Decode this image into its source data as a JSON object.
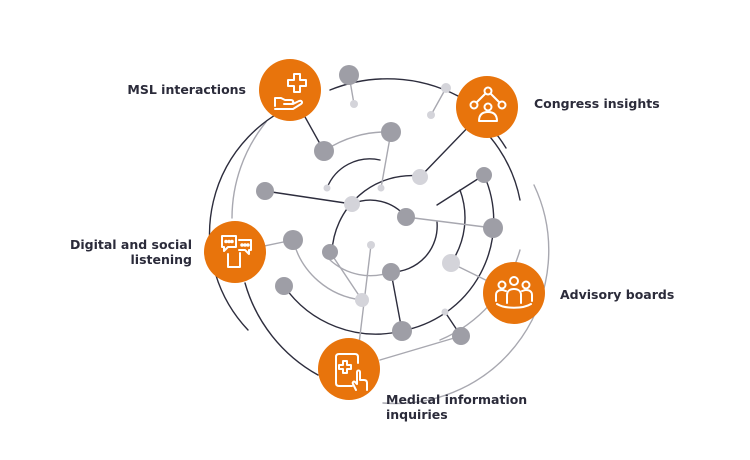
{
  "colors": {
    "hub_orange": "#e8740c",
    "ring_dark": "#2d2d3d",
    "ring_light": "#a8a8b0",
    "node_dark": "#9e9ea6",
    "node_light": "#d4d4da",
    "label_text": "#2b2b3a"
  },
  "hubs": [
    {
      "id": "msl",
      "label": "MSL interactions",
      "icon": "hand-medical-cross-icon"
    },
    {
      "id": "congress",
      "label": "Congress insights",
      "icon": "network-person-icon"
    },
    {
      "id": "digital",
      "label": "Digital and social listening",
      "icon": "chat-phone-icon"
    },
    {
      "id": "advisory",
      "label": "Advisory boards",
      "icon": "group-people-icon"
    },
    {
      "id": "medical",
      "label": "Medical information inquiries",
      "icon": "phone-medical-touch-icon"
    }
  ]
}
